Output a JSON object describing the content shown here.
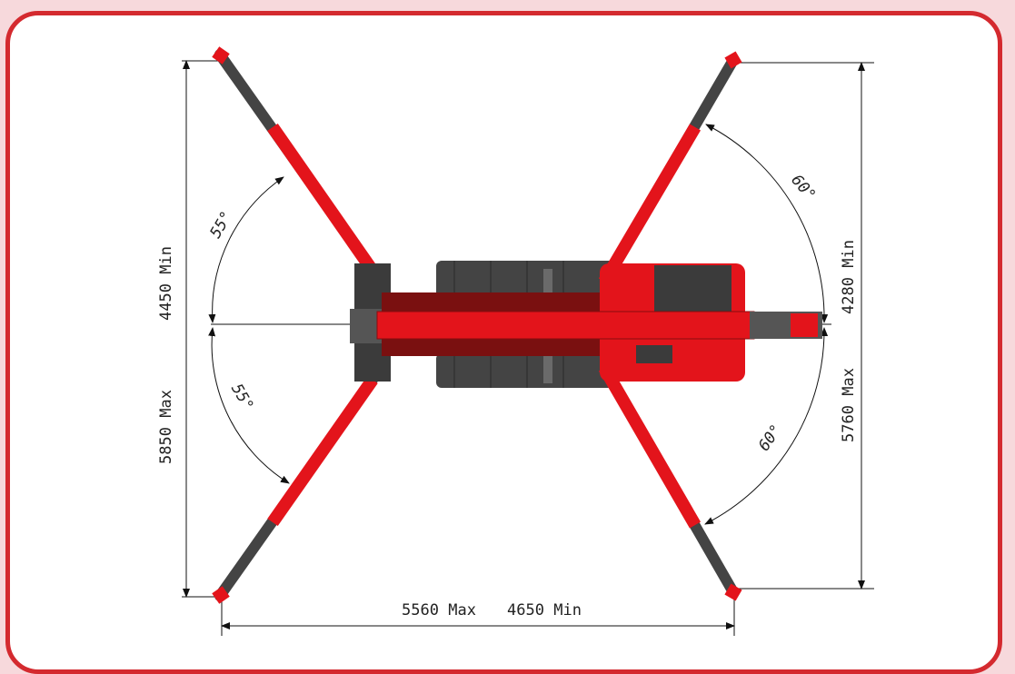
{
  "dimensions": {
    "left_max": "5850 Max",
    "left_min": "4450 Min",
    "right_min": "4280 Min",
    "right_max": "5760 Max",
    "bottom_max": "5560 Max",
    "bottom_min": "4650 Min"
  },
  "angles": {
    "left_upper": "55°",
    "left_lower": "55°",
    "right_upper": "60°",
    "right_lower": "60°"
  },
  "colors": {
    "frame_border": "#d42a2f",
    "background": "#f7d9dc",
    "machine_red": "#e3141b",
    "machine_dark": "#3b3b3b",
    "track": "#444444"
  }
}
